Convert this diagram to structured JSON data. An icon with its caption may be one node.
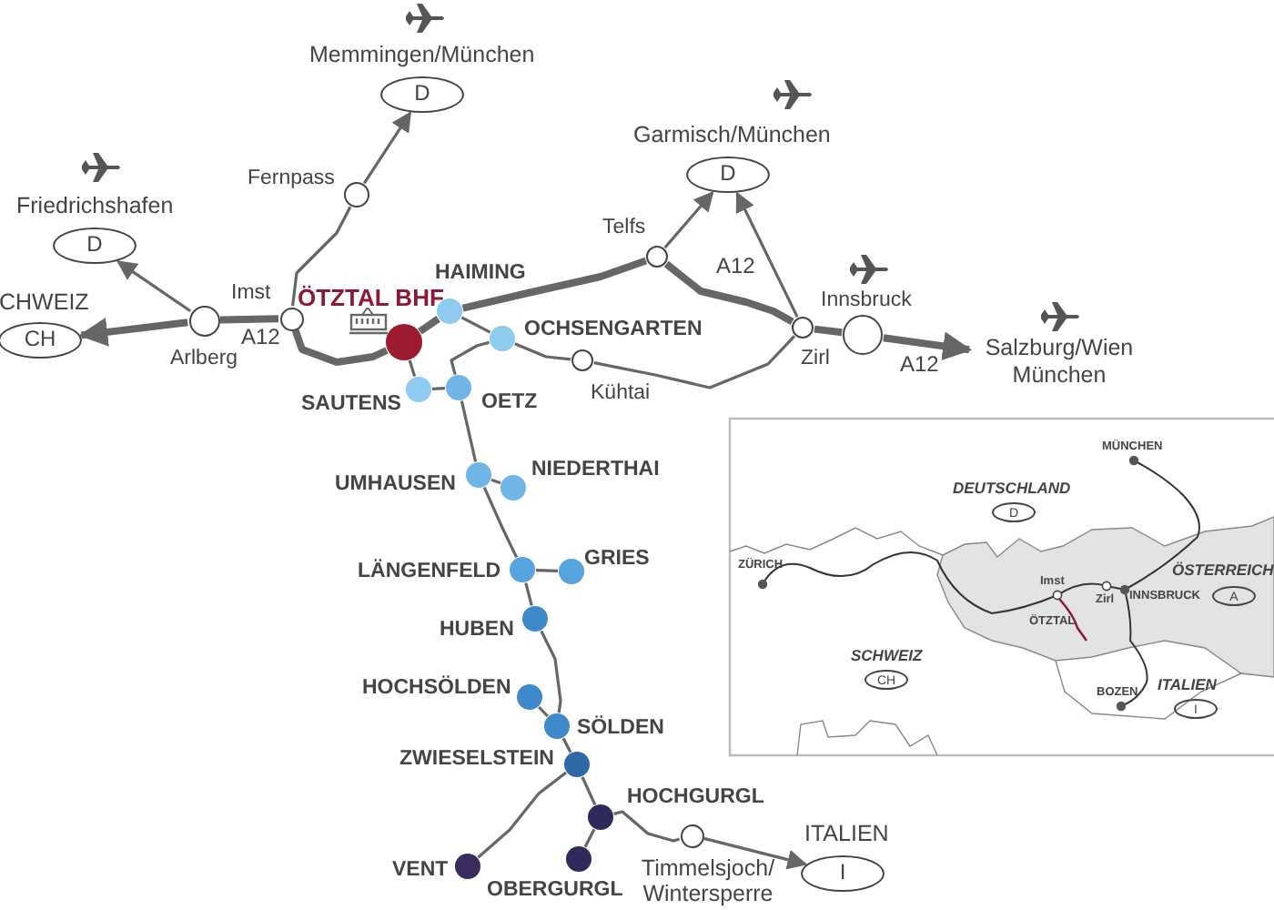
{
  "diagram": {
    "nodes": [
      {
        "text": [
          "Memmingen/München",
          "D"
        ]
      },
      {
        "text": [
          "Garmisch/München",
          "D"
        ]
      },
      {
        "text": [
          "Friedrichshafen",
          "D"
        ]
      },
      {
        "text": [
          "CHWEIZ",
          "CH"
        ]
      },
      {
        "text": [
          "Fernpass"
        ]
      },
      {
        "text": [
          "Imst"
        ]
      },
      {
        "text": [
          "Arlberg"
        ]
      },
      {
        "text": [
          "ÖTZTAL BHF."
        ]
      },
      {
        "text": [
          "HAIMING"
        ]
      },
      {
        "text": [
          "Telfs"
        ]
      },
      {
        "text": [
          "OCHSENGARTEN"
        ]
      },
      {
        "text": [
          "Kühtai"
        ]
      },
      {
        "text": [
          "Zirl"
        ]
      },
      {
        "text": [
          "Innsbruck"
        ]
      },
      {
        "text": [
          "Salzburg/Wien München"
        ]
      },
      {
        "text": [
          "SAUTENS"
        ]
      },
      {
        "text": [
          "OETZ"
        ]
      },
      {
        "text": [
          "UMHAUSEN"
        ]
      },
      {
        "text": [
          "NIEDERTHAI"
        ]
      },
      {
        "text": [
          "LÄNGENFELD"
        ]
      },
      {
        "text": [
          "GRIES"
        ]
      },
      {
        "text": [
          "HUBEN"
        ]
      },
      {
        "text": [
          "HOCHSÖLDEN"
        ]
      },
      {
        "text": [
          "SÖLDEN"
        ]
      },
      {
        "text": [
          "ZWIESELSTEIN"
        ]
      },
      {
        "text": [
          "HOCHGURGL"
        ]
      },
      {
        "text": [
          "OBERGURGL"
        ]
      },
      {
        "text": [
          "VENT"
        ]
      },
      {
        "text": [
          "Timmelsjoch/ Wintersperre"
        ]
      },
      {
        "text": [
          "ITALIEN",
          "I"
        ]
      }
    ],
    "edges": [
      {
        "from": 4,
        "to": 0,
        "arrow": "to"
      },
      {
        "from": 5,
        "to": 4,
        "arrow": "none"
      },
      {
        "from": 6,
        "to": 3,
        "arrow": "to",
        "style": "thick"
      },
      {
        "from": 6,
        "to": 2,
        "arrow": "to"
      },
      {
        "from": 5,
        "to": 6,
        "arrow": "none",
        "style": "thick",
        "label": "A12"
      },
      {
        "from": 5,
        "to": 7,
        "arrow": "none",
        "style": "thick"
      },
      {
        "from": 7,
        "to": 8,
        "arrow": "none",
        "style": "thick"
      },
      {
        "from": 8,
        "to": 9,
        "arrow": "none",
        "style": "thick"
      },
      {
        "from": 9,
        "to": 1,
        "arrow": "to"
      },
      {
        "from": 9,
        "to": 12,
        "arrow": "none",
        "style": "thick",
        "label": "A12"
      },
      {
        "from": 12,
        "to": 1,
        "arrow": "to"
      },
      {
        "from": 12,
        "to": 13,
        "arrow": "none",
        "style": "thick"
      },
      {
        "from": 13,
        "to": 14,
        "arrow": "to",
        "style": "thick",
        "label": "A12"
      },
      {
        "from": 8,
        "to": 10,
        "arrow": "none"
      },
      {
        "from": 10,
        "to": 11,
        "arrow": "none"
      },
      {
        "from": 11,
        "to": 12,
        "arrow": "none"
      },
      {
        "from": 7,
        "to": 15,
        "arrow": "none"
      },
      {
        "from": 15,
        "to": 16,
        "arrow": "none"
      },
      {
        "from": 16,
        "to": 10,
        "arrow": "none"
      },
      {
        "from": 16,
        "to": 17,
        "arrow": "none"
      },
      {
        "from": 17,
        "to": 18,
        "arrow": "none"
      },
      {
        "from": 17,
        "to": 19,
        "arrow": "none"
      },
      {
        "from": 19,
        "to": 20,
        "arrow": "none"
      },
      {
        "from": 19,
        "to": 21,
        "arrow": "none"
      },
      {
        "from": 21,
        "to": 23,
        "arrow": "none"
      },
      {
        "from": 22,
        "to": 23,
        "arrow": "none"
      },
      {
        "from": 23,
        "to": 24,
        "arrow": "none"
      },
      {
        "from": 24,
        "to": 27,
        "arrow": "none"
      },
      {
        "from": 24,
        "to": 25,
        "arrow": "none"
      },
      {
        "from": 25,
        "to": 26,
        "arrow": "none"
      },
      {
        "from": 25,
        "to": 28,
        "arrow": "none"
      },
      {
        "from": 28,
        "to": 29,
        "arrow": "to"
      }
    ],
    "labels": [
      "MÜNCHEN",
      "DEUTSCHLAND",
      "D",
      "ZÜRICH",
      "Imst",
      "Zirl",
      "INNSBRUCK",
      "ÖSTERREICH",
      "A",
      "ÖTZTAL",
      "SCHWEIZ",
      "CH",
      "BOZEN",
      "ITALIEN",
      "I"
    ]
  }
}
